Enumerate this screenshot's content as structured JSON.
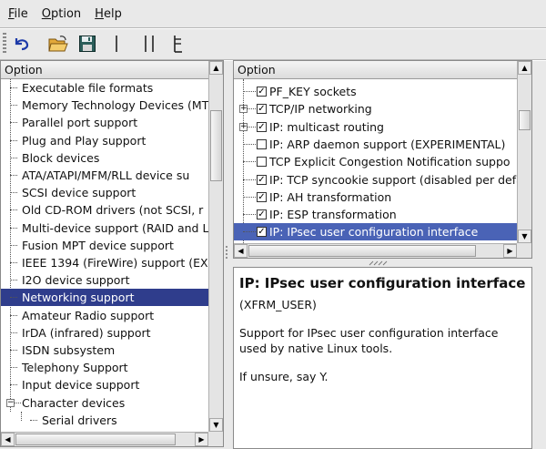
{
  "menubar": {
    "items": [
      {
        "label_u": "F",
        "label_rest": "ile"
      },
      {
        "label_u": "O",
        "label_rest": "ption"
      },
      {
        "label_u": "H",
        "label_rest": "elp"
      }
    ]
  },
  "toolbar": {
    "buttons": [
      "back-icon",
      "open-folder-icon",
      "save-icon",
      "single-view-icon",
      "split-view-icon",
      "full-view-icon"
    ]
  },
  "left_pane": {
    "header": "Option",
    "items": [
      {
        "label": "Executable file formats"
      },
      {
        "label": "Memory Technology Devices (MT"
      },
      {
        "label": "Parallel port support"
      },
      {
        "label": "Plug and Play support"
      },
      {
        "label": "Block devices"
      },
      {
        "label": "ATA/ATAPI/MFM/RLL device su"
      },
      {
        "label": "SCSI device support"
      },
      {
        "label": "Old CD-ROM drivers (not SCSI, r"
      },
      {
        "label": "Multi-device support (RAID and L"
      },
      {
        "label": "Fusion MPT device support"
      },
      {
        "label": "IEEE 1394 (FireWire) support (EX"
      },
      {
        "label": "I2O device support"
      },
      {
        "label": "Networking support",
        "selected": true
      },
      {
        "label": "Amateur Radio support"
      },
      {
        "label": "IrDA (infrared) support"
      },
      {
        "label": "ISDN subsystem"
      },
      {
        "label": "Telephony Support"
      },
      {
        "label": "Input device support"
      },
      {
        "label": "Character devices",
        "expanded": true
      },
      {
        "label": "Serial drivers",
        "child": true
      }
    ]
  },
  "right_pane": {
    "header": "Option",
    "items": [
      {
        "label": "PF_KEY sockets",
        "checked": true
      },
      {
        "label": "TCP/IP networking",
        "checked": true,
        "expandable": true
      },
      {
        "label": "IP: multicast routing",
        "checked": true,
        "expandable": true
      },
      {
        "label": "IP: ARP daemon support (EXPERIMENTAL)",
        "checked": false
      },
      {
        "label": "TCP Explicit Congestion Notification suppo",
        "checked": false
      },
      {
        "label": "IP: TCP syncookie support (disabled per defau",
        "checked": true
      },
      {
        "label": "IP: AH transformation",
        "checked": true
      },
      {
        "label": "IP: ESP transformation",
        "checked": true
      },
      {
        "label": "IP: IPsec user configuration interface",
        "checked": true,
        "selected": true
      }
    ]
  },
  "help": {
    "title": "IP: IPsec user configuration interface",
    "symbol": "(XFRM_USER)",
    "description": "Support for IPsec user configuration interface used by native Linux tools.",
    "advice": "If unsure, say Y."
  },
  "colors": {
    "selection": "#2f3d8c",
    "right_selection": "#4a63b6"
  }
}
